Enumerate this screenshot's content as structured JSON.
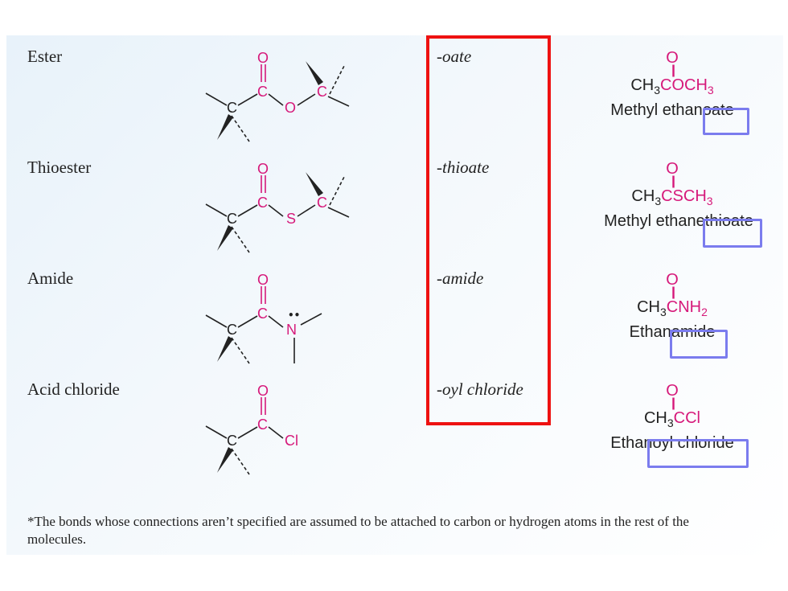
{
  "rows": [
    {
      "label": "Ester",
      "suffix": "-oate",
      "hetero": "O",
      "example": {
        "o": "O",
        "pre": "CH",
        "pre_sub": "3",
        "core": "COCH",
        "core_sub": "3",
        "core_tail": "",
        "name": "Methyl ethanoate"
      }
    },
    {
      "label": "Thioester",
      "suffix": "-thioate",
      "hetero": "S",
      "example": {
        "o": "O",
        "pre": "CH",
        "pre_sub": "3",
        "core": "CSCH",
        "core_sub": "3",
        "core_tail": "",
        "name": "Methyl ethanethioate"
      }
    },
    {
      "label": "Amide",
      "suffix": "-amide",
      "hetero": "N",
      "example": {
        "o": "O",
        "pre": "CH",
        "pre_sub": "3",
        "core": "CNH",
        "core_sub": "2",
        "core_tail": "",
        "name": "Ethanamide"
      }
    },
    {
      "label": "Acid chloride",
      "suffix": "-oyl chloride",
      "hetero": "Cl",
      "example": {
        "o": "O",
        "pre": "CH",
        "pre_sub": "3",
        "core": "CCl",
        "core_sub": "",
        "core_tail": "",
        "name": "Ethanoyl chloride"
      }
    }
  ],
  "atoms": {
    "carbon": "C",
    "oxygen": "O",
    "double_bond": "||",
    "lone_pair": "••"
  },
  "footnote": "*The bonds whose connections aren’t specified are assumed to be attached to carbon or hydrogen atoms in the rest of the molecules.",
  "colors": {
    "heteroatom": "#d6197a",
    "highlight_suffix_box": "#ee1111",
    "highlight_name_box": "#7b7cee"
  }
}
